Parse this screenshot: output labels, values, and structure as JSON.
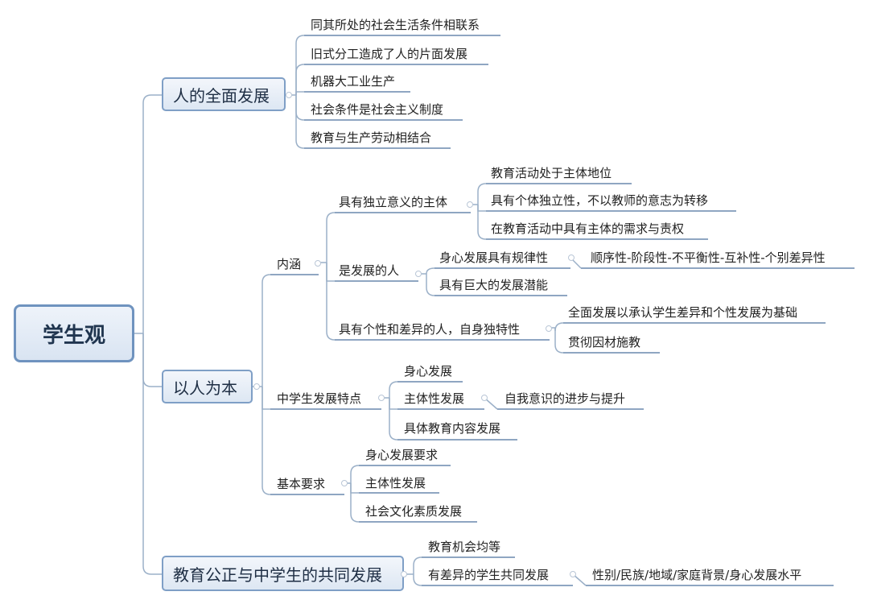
{
  "root": "学生观",
  "branches": {
    "b1": {
      "label": "人的全面发展",
      "items": [
        "同其所处的社会生活条件相联系",
        "旧式分工造成了人的片面发展",
        "机器大工业生产",
        "社会条件是社会主义制度",
        "教育与生产劳动相结合"
      ]
    },
    "b2": {
      "label": "以人为本",
      "neihan": {
        "label": "内涵",
        "a": {
          "label": "具有独立意义的主体",
          "items": [
            "教育活动处于主体地位",
            "具有个体独立性，不以教师的意志为转移",
            "在教育活动中具有主体的需求与责权"
          ]
        },
        "b": {
          "label": "是发展的人",
          "c1": "身心发展具有规律性",
          "c1sub": "顺序性-阶段性-不平衡性-互补性-个别差异性",
          "c2": "具有巨大的发展潜能"
        },
        "c": {
          "label": "具有个性和差异的人，自身独特性",
          "items": [
            "全面发展以承认学生差异和个性发展为基础",
            "贯彻因材施教"
          ]
        }
      },
      "tedian": {
        "label": "中学生发展特点",
        "i1": "身心发展",
        "i2": "主体性发展",
        "i2sub": "自我意识的进步与提升",
        "i3": "具体教育内容发展"
      },
      "yaoqiu": {
        "label": "基本要求",
        "items": [
          "身心发展要求",
          "主体性发展",
          "社会文化素质发展"
        ]
      }
    },
    "b3": {
      "label": "教育公正与中学生的共同发展",
      "i1": "教育机会均等",
      "i2": "有差异的学生共同发展",
      "i2sub": "性别/民族/地域/家庭背景/身心发展水平"
    }
  },
  "colors": {
    "line": "#9bb0c8",
    "underline": "#8fa6c2",
    "root_border": "#6f93bf"
  }
}
